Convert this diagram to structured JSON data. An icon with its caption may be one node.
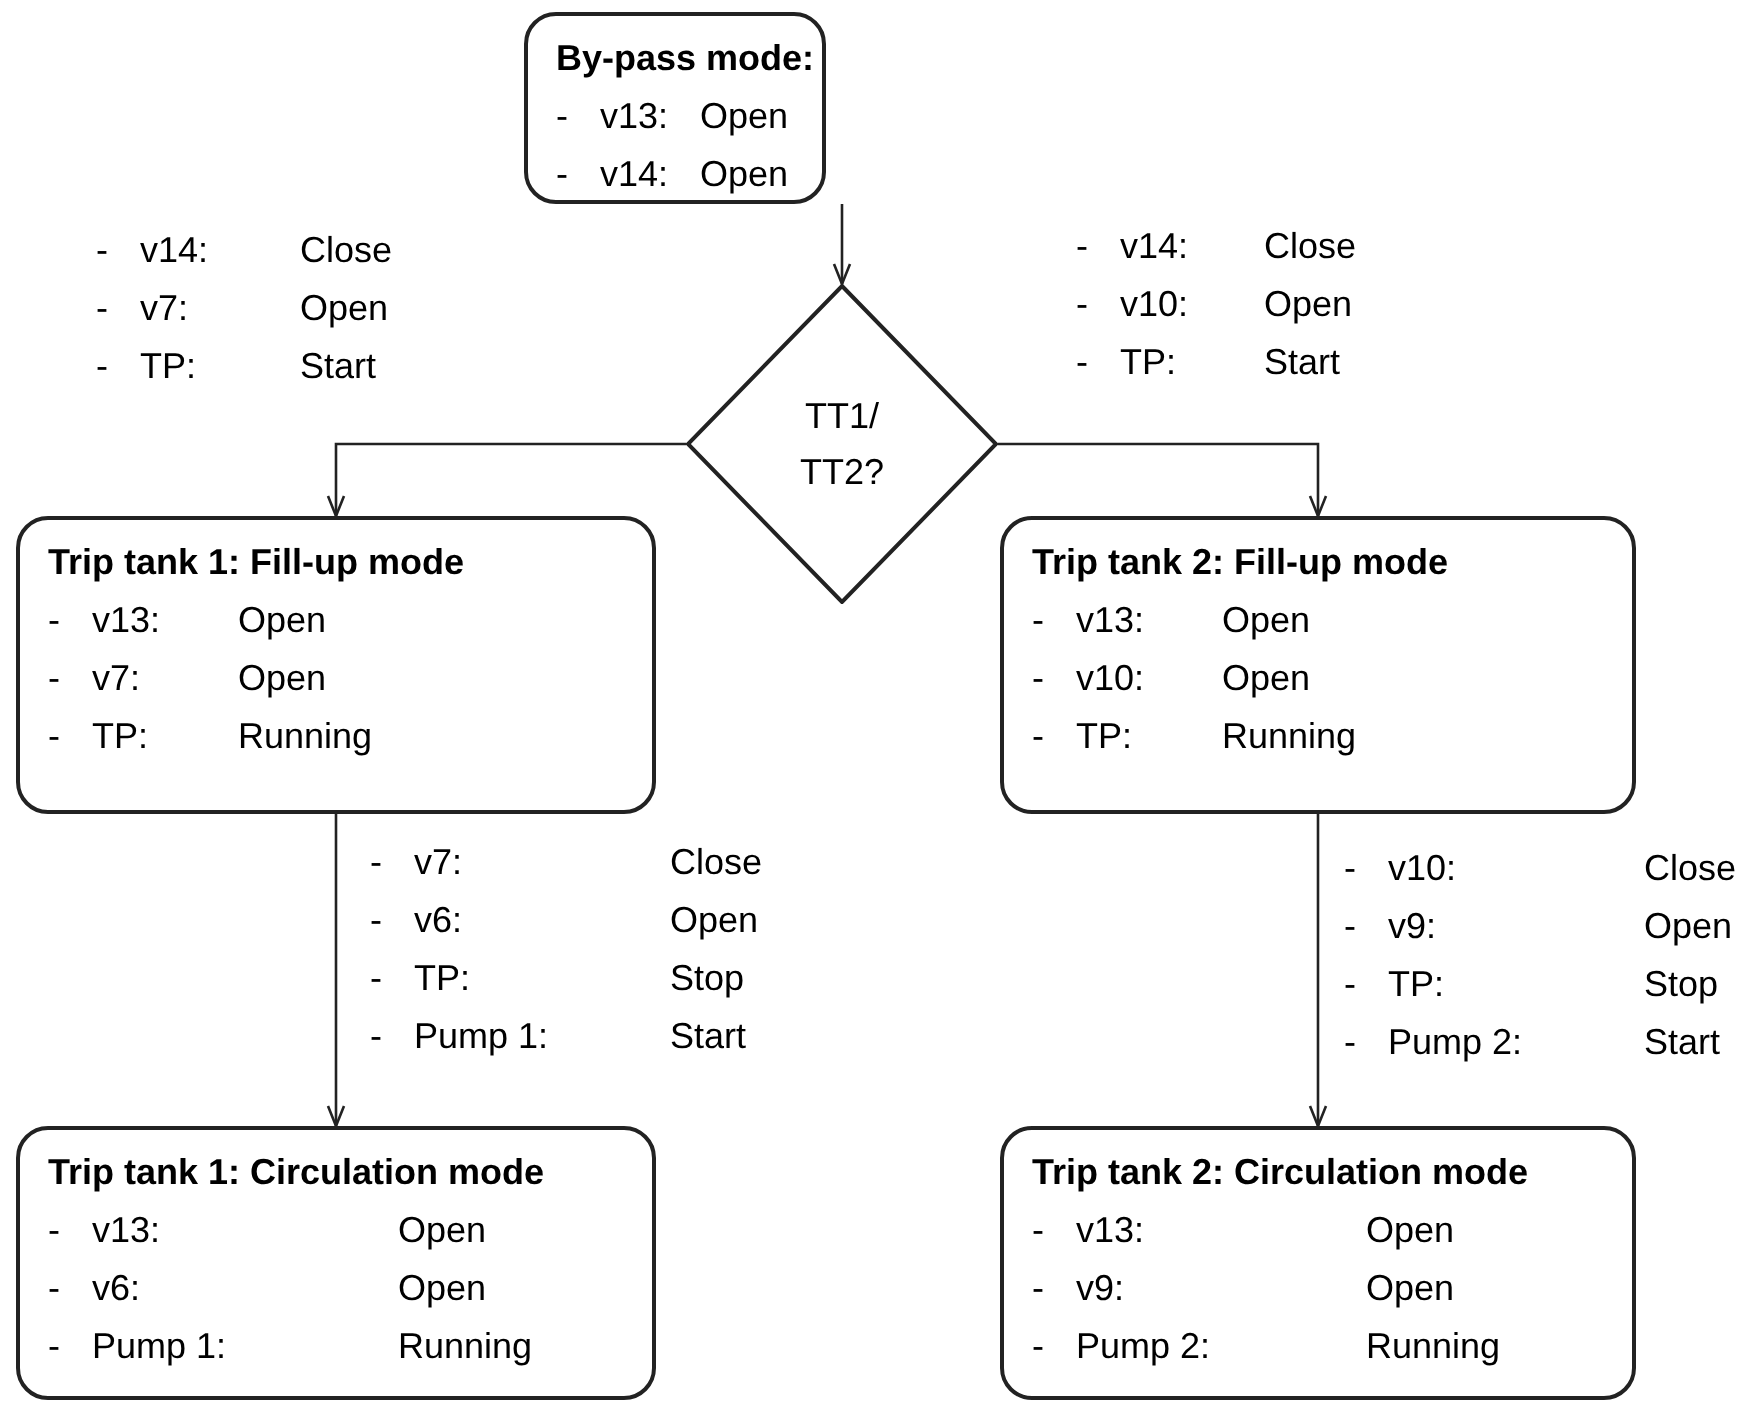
{
  "diagram": {
    "nodes": [
      {
        "text": [
          "By-pass mode:",
          "- v13: Open",
          "- v14: Open"
        ]
      },
      {
        "text": [
          "TT1/ TT2?"
        ]
      },
      {
        "text": [
          "Trip tank 1: Fill-up mode",
          "- v13: Open",
          "- v7: Open",
          "- TP: Running"
        ]
      },
      {
        "text": [
          "Trip tank 2: Fill-up mode",
          "- v13: Open",
          "- v10: Open",
          "- TP: Running"
        ]
      },
      {
        "text": [
          "Trip tank 1: Circulation mode",
          "- v13: Open",
          "- v6: Open",
          "- Pump 1: Running"
        ]
      },
      {
        "text": [
          "Trip tank 2: Circulation mode",
          "- v13: Open",
          "- v9: Open",
          "- Pump 2: Running"
        ]
      }
    ],
    "edges": [
      {
        "from": 0,
        "to": 1,
        "arrow": "to"
      },
      {
        "from": 1,
        "to": 2,
        "arrow": "to",
        "label": "- v14: Close - v7: Open - TP: Start"
      },
      {
        "from": 1,
        "to": 3,
        "arrow": "to",
        "label": "- v14: Close - v10: Open - TP: Start"
      },
      {
        "from": 2,
        "to": 4,
        "arrow": "to",
        "label": "- v7: Close - v6: Open - TP: Stop - Pump 1: Start"
      },
      {
        "from": 3,
        "to": 5,
        "arrow": "to",
        "label": "- v10: Close - v9: Open - TP: Stop - Pump 2: Start"
      }
    ]
  }
}
